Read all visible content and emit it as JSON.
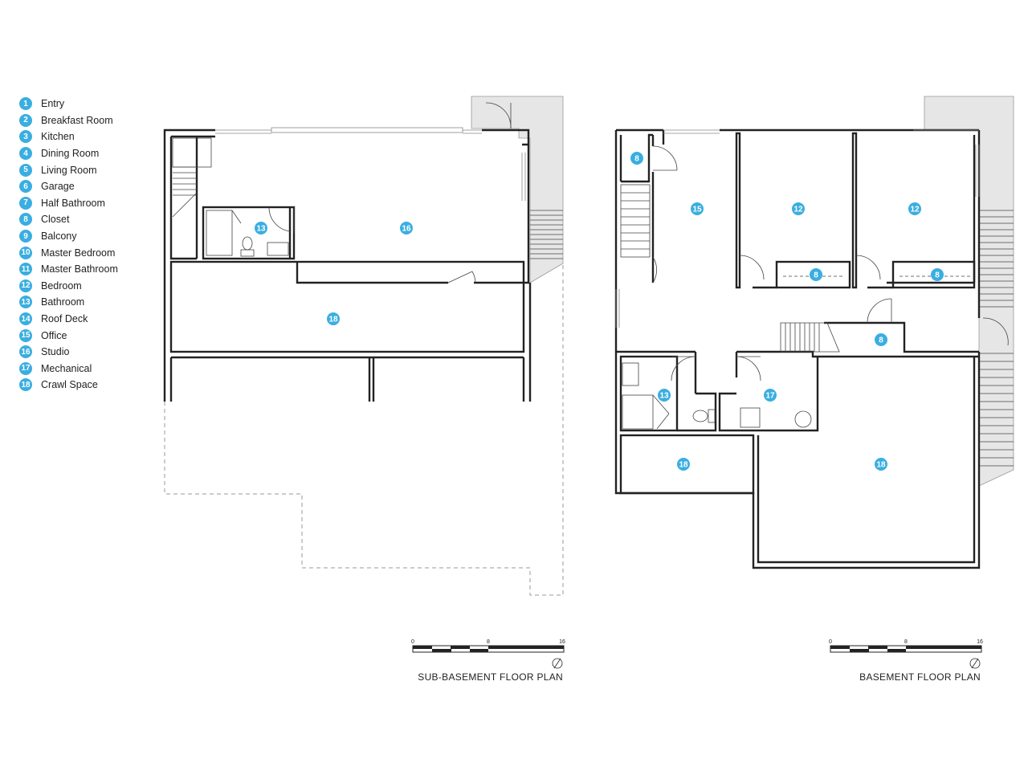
{
  "legend": [
    {
      "num": "1",
      "label": "Entry"
    },
    {
      "num": "2",
      "label": "Breakfast Room"
    },
    {
      "num": "3",
      "label": "Kitchen"
    },
    {
      "num": "4",
      "label": "Dining Room"
    },
    {
      "num": "5",
      "label": "Living Room"
    },
    {
      "num": "6",
      "label": "Garage"
    },
    {
      "num": "7",
      "label": "Half Bathroom"
    },
    {
      "num": "8",
      "label": "Closet"
    },
    {
      "num": "9",
      "label": "Balcony"
    },
    {
      "num": "10",
      "label": "Master Bedroom"
    },
    {
      "num": "11",
      "label": "Master Bathroom"
    },
    {
      "num": "12",
      "label": "Bedroom"
    },
    {
      "num": "13",
      "label": "Bathroom"
    },
    {
      "num": "14",
      "label": "Roof Deck"
    },
    {
      "num": "15",
      "label": "Office"
    },
    {
      "num": "16",
      "label": "Studio"
    },
    {
      "num": "17",
      "label": "Mechanical"
    },
    {
      "num": "18",
      "label": "Crawl Space"
    }
  ],
  "sub_basement": {
    "title": "SUB-BASEMENT FLOOR PLAN",
    "scale_ticks": [
      "0",
      "8",
      "16"
    ],
    "room_tags": [
      "13",
      "16",
      "18"
    ]
  },
  "basement": {
    "title": "BASEMENT FLOOR PLAN",
    "scale_ticks": [
      "0",
      "8",
      "16"
    ],
    "room_tags": [
      "8",
      "15",
      "12",
      "12",
      "8",
      "8",
      "8",
      "13",
      "17",
      "18",
      "18"
    ]
  },
  "colors": {
    "accent": "#3aaee0",
    "wall": "#222222",
    "deck": "#e6e6e6"
  }
}
